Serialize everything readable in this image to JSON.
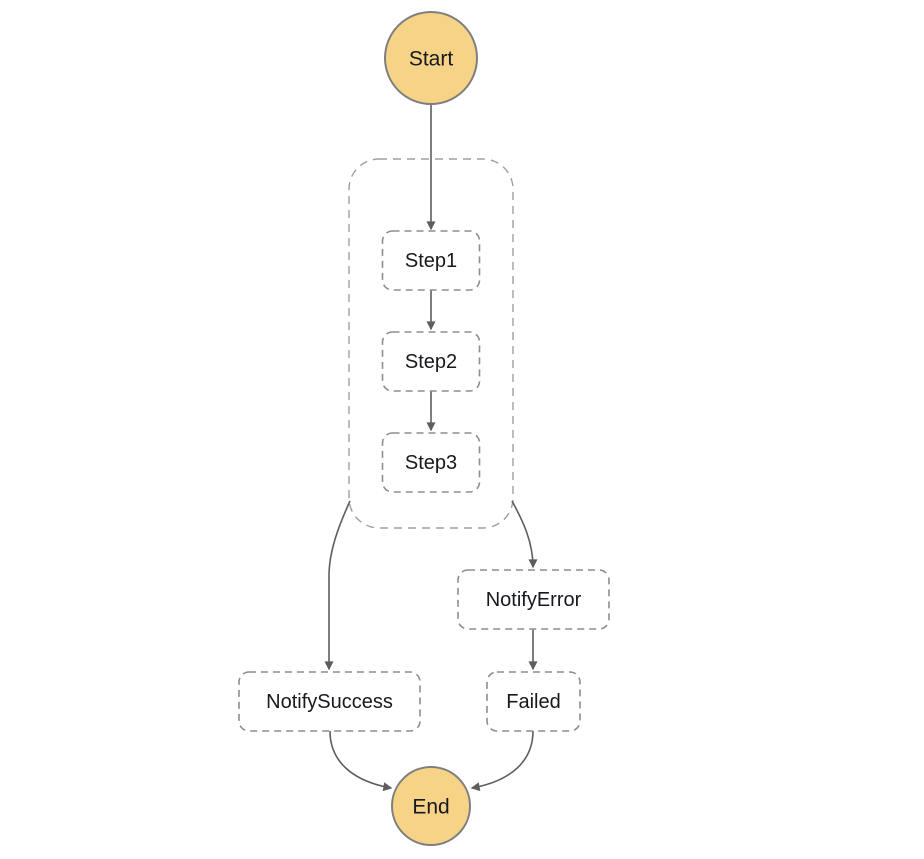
{
  "graph": {
    "nodes": {
      "start": {
        "label": "Start",
        "type": "terminal"
      },
      "step1": {
        "label": "Step1",
        "type": "task"
      },
      "step2": {
        "label": "Step2",
        "type": "task"
      },
      "step3": {
        "label": "Step3",
        "type": "task"
      },
      "notify_error": {
        "label": "NotifyError",
        "type": "task"
      },
      "notify_success": {
        "label": "NotifySuccess",
        "type": "task"
      },
      "failed": {
        "label": "Failed",
        "type": "task"
      },
      "end": {
        "label": "End",
        "type": "terminal"
      }
    },
    "edges": [
      {
        "from": "Start",
        "to": "Step1"
      },
      {
        "from": "Step1",
        "to": "Step2"
      },
      {
        "from": "Step2",
        "to": "Step3"
      },
      {
        "from": "StepGroup",
        "to": "NotifySuccess"
      },
      {
        "from": "StepGroup",
        "to": "NotifyError"
      },
      {
        "from": "NotifyError",
        "to": "Failed"
      },
      {
        "from": "NotifySuccess",
        "to": "End"
      },
      {
        "from": "Failed",
        "to": "End"
      }
    ],
    "colors": {
      "terminal_fill": "#F6D387",
      "terminal_stroke": "#7E7E7E",
      "task_fill": "#FFFFFF",
      "task_stroke": "#8E8E8E",
      "group_stroke": "#9F9F9F",
      "edge": "#5E5E5E",
      "label_text": "#16191F",
      "background": "#FFFFFF"
    }
  }
}
